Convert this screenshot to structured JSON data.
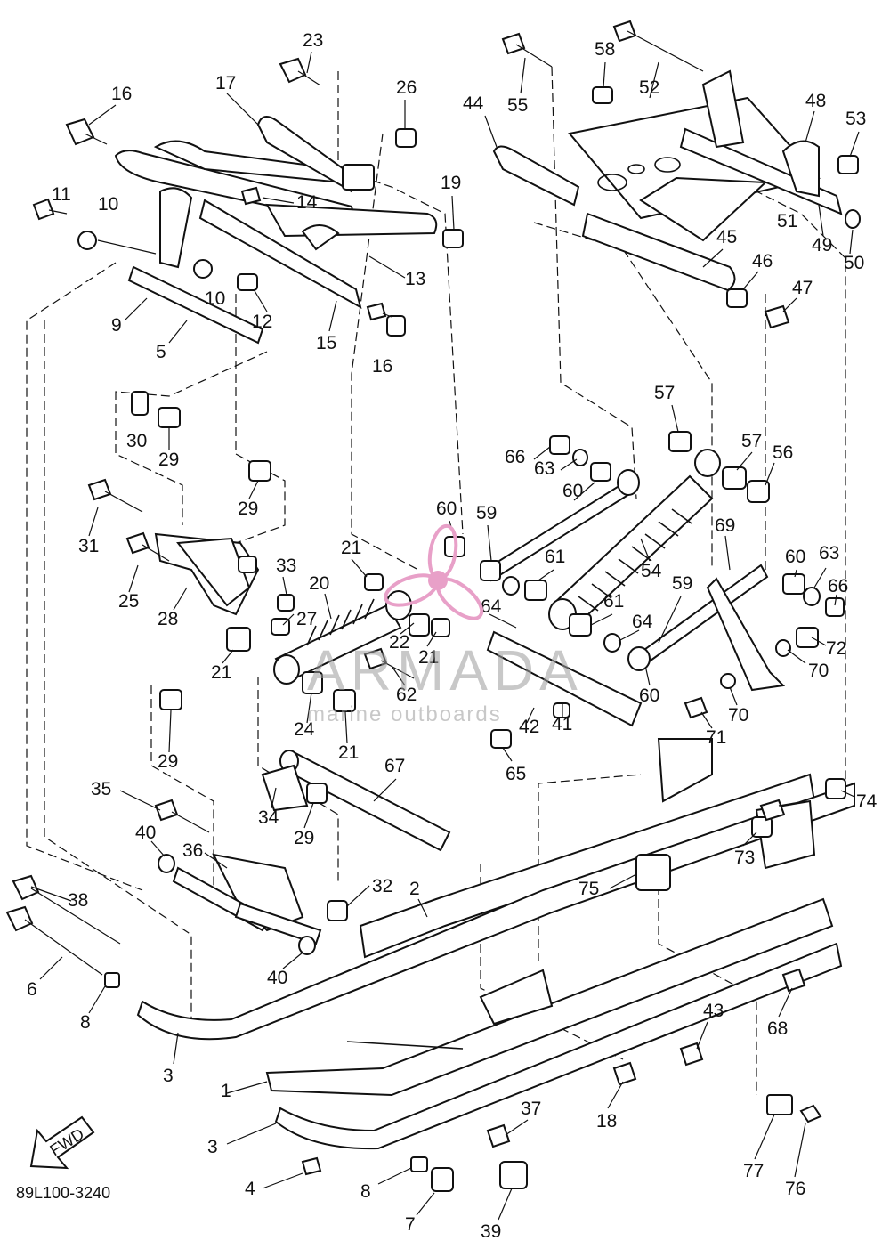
{
  "diagram": {
    "code": "89L100-3240",
    "fwd_label": "FWD",
    "watermark": {
      "brand": "ARMADA",
      "tagline": "marine outboards",
      "accent": "#e8a0c8"
    },
    "callouts": [
      {
        "id": "c1",
        "text": "1"
      },
      {
        "id": "c2",
        "text": "2"
      },
      {
        "id": "c3a",
        "text": "3"
      },
      {
        "id": "c3b",
        "text": "3"
      },
      {
        "id": "c4",
        "text": "4"
      },
      {
        "id": "c5",
        "text": "5"
      },
      {
        "id": "c6",
        "text": "6"
      },
      {
        "id": "c7",
        "text": "7"
      },
      {
        "id": "c8a",
        "text": "8"
      },
      {
        "id": "c8b",
        "text": "8"
      },
      {
        "id": "c9",
        "text": "9"
      },
      {
        "id": "c10a",
        "text": "10"
      },
      {
        "id": "c10b",
        "text": "10"
      },
      {
        "id": "c11",
        "text": "11"
      },
      {
        "id": "c12",
        "text": "12"
      },
      {
        "id": "c13",
        "text": "13"
      },
      {
        "id": "c14",
        "text": "14"
      },
      {
        "id": "c15",
        "text": "15"
      },
      {
        "id": "c16a",
        "text": "16"
      },
      {
        "id": "c16b",
        "text": "16"
      },
      {
        "id": "c17",
        "text": "17"
      },
      {
        "id": "c18",
        "text": "18"
      },
      {
        "id": "c19",
        "text": "19"
      },
      {
        "id": "c20",
        "text": "20"
      },
      {
        "id": "c21a",
        "text": "21"
      },
      {
        "id": "c21b",
        "text": "21"
      },
      {
        "id": "c21c",
        "text": "21"
      },
      {
        "id": "c21d",
        "text": "21"
      },
      {
        "id": "c22",
        "text": "22"
      },
      {
        "id": "c23",
        "text": "23"
      },
      {
        "id": "c24",
        "text": "24"
      },
      {
        "id": "c25",
        "text": "25"
      },
      {
        "id": "c26",
        "text": "26"
      },
      {
        "id": "c27",
        "text": "27"
      },
      {
        "id": "c28",
        "text": "28"
      },
      {
        "id": "c29a",
        "text": "29"
      },
      {
        "id": "c29b",
        "text": "29"
      },
      {
        "id": "c29c",
        "text": "29"
      },
      {
        "id": "c29d",
        "text": "29"
      },
      {
        "id": "c30",
        "text": "30"
      },
      {
        "id": "c31",
        "text": "31"
      },
      {
        "id": "c32",
        "text": "32"
      },
      {
        "id": "c33",
        "text": "33"
      },
      {
        "id": "c34",
        "text": "34"
      },
      {
        "id": "c35",
        "text": "35"
      },
      {
        "id": "c36",
        "text": "36"
      },
      {
        "id": "c37",
        "text": "37"
      },
      {
        "id": "c38",
        "text": "38"
      },
      {
        "id": "c39",
        "text": "39"
      },
      {
        "id": "c40a",
        "text": "40"
      },
      {
        "id": "c40b",
        "text": "40"
      },
      {
        "id": "c41",
        "text": "41"
      },
      {
        "id": "c42",
        "text": "42"
      },
      {
        "id": "c43",
        "text": "43"
      },
      {
        "id": "c44",
        "text": "44"
      },
      {
        "id": "c45",
        "text": "45"
      },
      {
        "id": "c46",
        "text": "46"
      },
      {
        "id": "c47",
        "text": "47"
      },
      {
        "id": "c48",
        "text": "48"
      },
      {
        "id": "c49",
        "text": "49"
      },
      {
        "id": "c50",
        "text": "50"
      },
      {
        "id": "c51",
        "text": "51"
      },
      {
        "id": "c52",
        "text": "52"
      },
      {
        "id": "c53",
        "text": "53"
      },
      {
        "id": "c54",
        "text": "54"
      },
      {
        "id": "c55",
        "text": "55"
      },
      {
        "id": "c56",
        "text": "56"
      },
      {
        "id": "c57a",
        "text": "57"
      },
      {
        "id": "c57b",
        "text": "57"
      },
      {
        "id": "c58",
        "text": "58"
      },
      {
        "id": "c59a",
        "text": "59"
      },
      {
        "id": "c59b",
        "text": "59"
      },
      {
        "id": "c60a",
        "text": "60"
      },
      {
        "id": "c60b",
        "text": "60"
      },
      {
        "id": "c60c",
        "text": "60"
      },
      {
        "id": "c60d",
        "text": "60"
      },
      {
        "id": "c61a",
        "text": "61"
      },
      {
        "id": "c61b",
        "text": "61"
      },
      {
        "id": "c62",
        "text": "62"
      },
      {
        "id": "c63a",
        "text": "63"
      },
      {
        "id": "c63b",
        "text": "63"
      },
      {
        "id": "c64a",
        "text": "64"
      },
      {
        "id": "c64b",
        "text": "64"
      },
      {
        "id": "c65",
        "text": "65"
      },
      {
        "id": "c66a",
        "text": "66"
      },
      {
        "id": "c66b",
        "text": "66"
      },
      {
        "id": "c67",
        "text": "67"
      },
      {
        "id": "c68",
        "text": "68"
      },
      {
        "id": "c69",
        "text": "69"
      },
      {
        "id": "c70a",
        "text": "70"
      },
      {
        "id": "c70b",
        "text": "70"
      },
      {
        "id": "c71",
        "text": "71"
      },
      {
        "id": "c72",
        "text": "72"
      },
      {
        "id": "c73",
        "text": "73"
      },
      {
        "id": "c74",
        "text": "74"
      },
      {
        "id": "c75",
        "text": "75"
      },
      {
        "id": "c76",
        "text": "76"
      },
      {
        "id": "c77",
        "text": "77"
      }
    ]
  }
}
